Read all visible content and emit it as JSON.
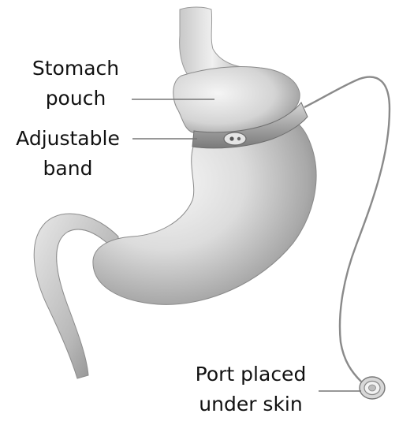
{
  "labels": {
    "stomach_pouch": [
      "Stomach",
      "pouch"
    ],
    "adjustable_band": [
      "Adjustable",
      "band"
    ],
    "port": [
      "Port placed",
      "under skin"
    ]
  },
  "colors": {
    "organ_light": "#f1f1f1",
    "organ_mid": "#cfcfcf",
    "organ_dark": "#8a8a8a",
    "band": "#b9b9b9",
    "leader_line": "#777777",
    "text": "#111111"
  }
}
